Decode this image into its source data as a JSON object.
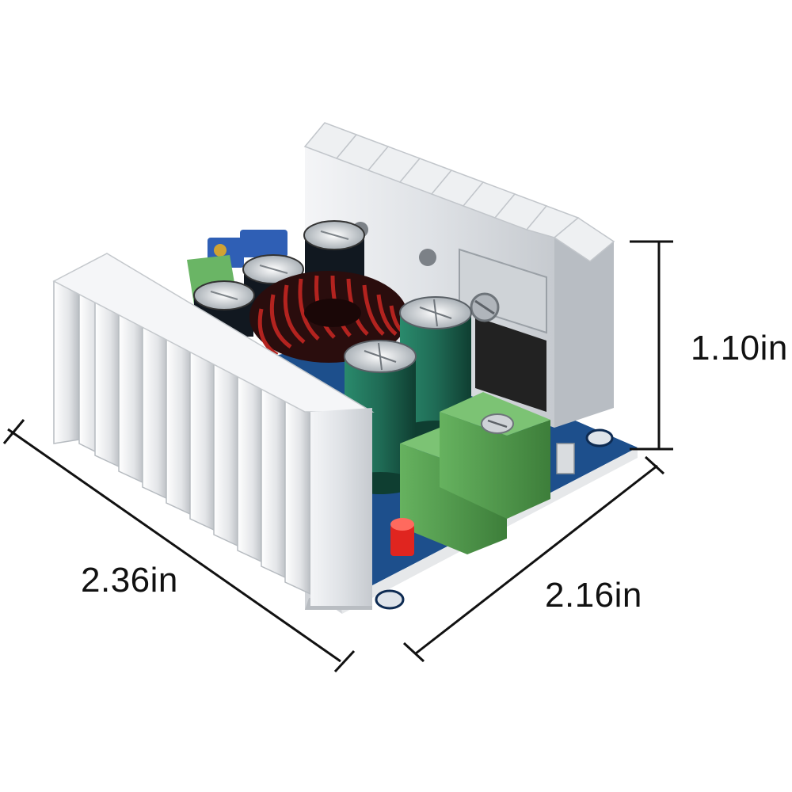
{
  "product": {
    "dimensions": {
      "height": "1.10in",
      "length": "2.36in",
      "width": "2.16in"
    }
  },
  "colors": {
    "pcb_blue": "#1d4f8c",
    "heatsink_silver": "#e4e6e9",
    "terminal_green": "#4f9a4c",
    "capacitor_green": "#1f6b55",
    "inductor_copper": "#a8201c",
    "led_red": "#e0251f",
    "dimension_line": "#111111"
  },
  "icons": [
    "dc-dc-buck-converter-module",
    "dimension-arrow"
  ]
}
